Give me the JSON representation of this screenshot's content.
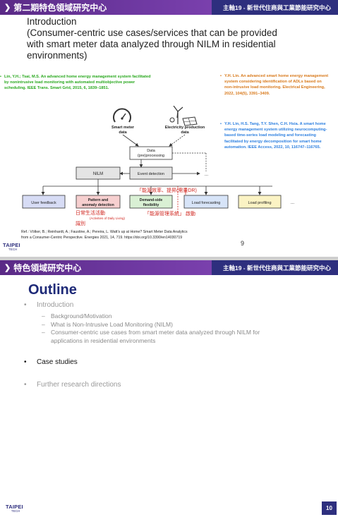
{
  "slide9": {
    "header_left": "第二期特色領域研究中心",
    "header_right": "主軸19 - 新世代住商與工業節能研究中心",
    "title_line1": "Introduction",
    "title_line2": "(Consumer-centric use cases/services that can be provided",
    "title_line3": "with smart meter data analyzed through NILM in residential",
    "title_line4": "environments)",
    "ref_green": "Lin, Y.H.; Tsai, M.S. An advanced home energy management system facilitated by nonintrusive load monitoring with automated multiobjective power scheduling. IEEE Trans. Smart Grid, 2015, 6, 1839–1851.",
    "ref_orange": "Y.H. Lin. An advanced smart home energy management system considering identification of ADLs based on non-intrusive load monitoring. Electrical Engineering, 2022, 104(5), 3391–3409.",
    "ref_blue": "Y.H. Lin, H.S. Tang, T.Y. Shen, C.H. Hsia. A smart home energy management system utilizing neurocomputing-based time-series load modeling and forecasting facilitated by energy decomposition for smart home automation. IEEE Access, 2022, 10, 116747–116765.",
    "diagram": {
      "smart_meter_label_1": "Smart meter",
      "smart_meter_label_2": "data",
      "elec_prod_label_1": "Electricity production",
      "elec_prod_label_2": "data",
      "data_preprocessing_1": "Data",
      "data_preprocessing_2": "(pre)processing",
      "nilm": "NILM",
      "event_detection": "Event detection",
      "user_feedback": "User feedback",
      "pattern_detection_1": "Pattern and",
      "pattern_detection_2": "anomaly detection",
      "demand_side_1": "Demand-side",
      "demand_side_2": "flexibility",
      "load_forecasting": "Load forecasting",
      "load_profiling": "Load profiling",
      "ellipsis": "...",
      "red_note_top": "「能源效率、提昇(需量DR)",
      "red_note_left_1": "日常生活活動",
      "red_note_left_2": "(Activities of Daily Living)",
      "red_note_left_3": "識別",
      "red_note_mid": "「能源管理系統」 啟動"
    },
    "citation_line1": "Ref.: Völker, B.; Reinhardt, A.; Faustine, A.; Pereira, L. Watt’s up at Home? Smart Meter Data Analytics",
    "citation_line2": "from a Consumer-Centric Perspective. Energies 2021, 14, 719. https://doi.org/10.3390/en14030719",
    "page_number": "9",
    "logo_main": "TAIPEI",
    "logo_sub": "TECH"
  },
  "slide10": {
    "header_left": "特色領域研究中心",
    "header_right": "主軸19 - 新世代住商與工業節能研究中心",
    "title": "Outline",
    "items": [
      "Introduction",
      "Background/Motivation",
      "What is Non-Intrusive Load Monitoring (NILM)",
      "Consumer-centric use cases from smart meter data analyzed through NILM for",
      "applications in residential environments",
      "Case studies",
      "Further research directions"
    ],
    "bullet_glyph": "•",
    "dash_glyph": "–",
    "page_number": "10",
    "logo_main": "TAIPEI",
    "logo_sub": "TECH"
  },
  "colors": {
    "header_purple": "#6d38a0",
    "header_navy": "#2e2f7e",
    "title_navy": "#1e2a78",
    "ref_green": "#29a81e",
    "ref_orange": "#d8791b",
    "ref_blue": "#2e80e0",
    "annot_red": "#d0261f"
  },
  "icons": [
    "gauge-icon",
    "wind-turbine-icon",
    "solar-panel-icon"
  ]
}
